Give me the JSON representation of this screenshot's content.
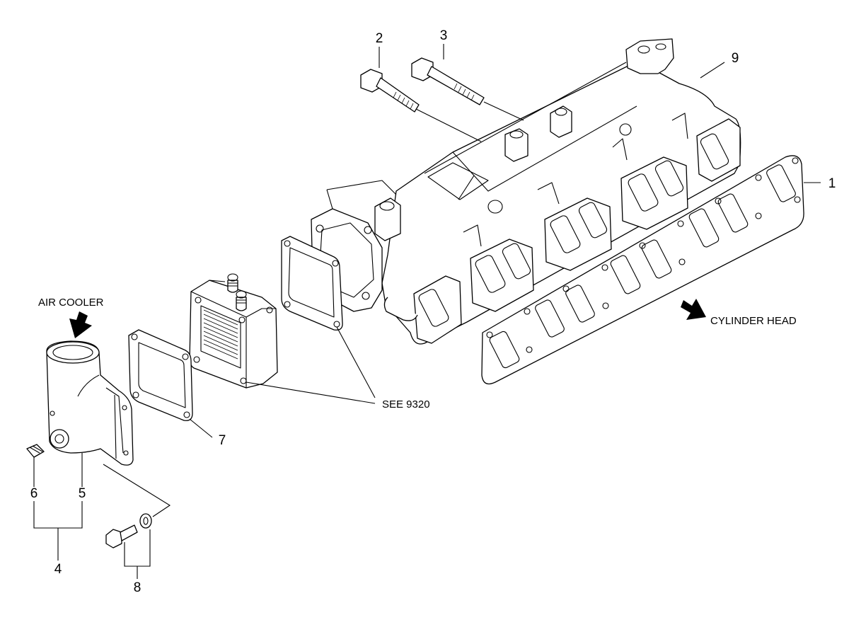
{
  "callouts": {
    "c1": "1",
    "c2": "2",
    "c3": "3",
    "c4": "4",
    "c5": "5",
    "c6": "6",
    "c7": "7",
    "c8": "8",
    "c9": "9"
  },
  "labels": {
    "air_cooler": "AIR COOLER",
    "cylinder_head": "CYLINDER HEAD",
    "see_ref": "SEE 9320"
  }
}
